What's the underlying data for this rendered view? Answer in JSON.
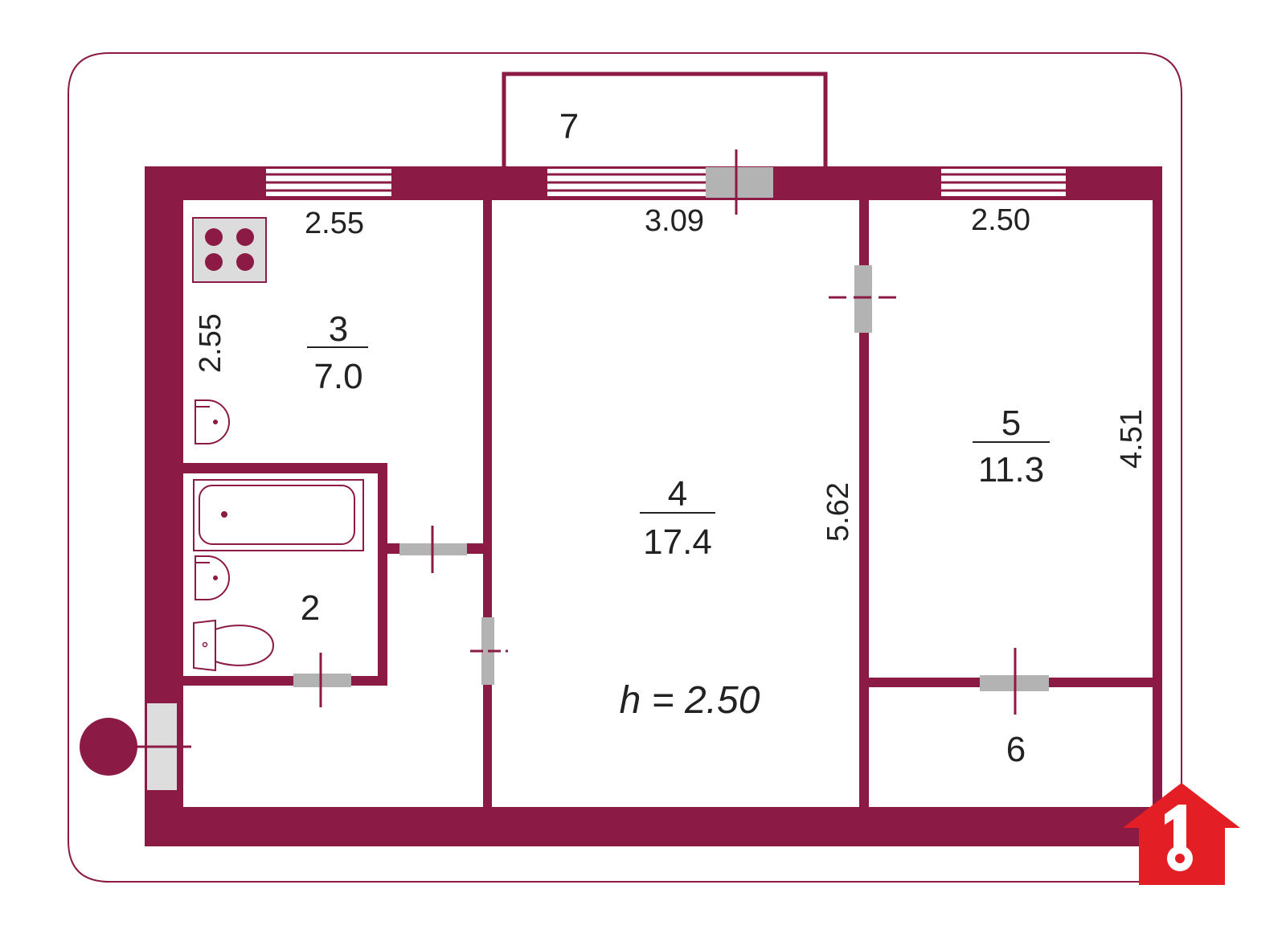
{
  "colors": {
    "wall": "#8b1a44",
    "door": "#b3b3b3",
    "outline": "#8b1a44",
    "text": "#222222",
    "logo": "#e31e24"
  },
  "rooms": [
    {
      "id": "2",
      "number": "2"
    },
    {
      "id": "3",
      "number": "3",
      "area": "7.0"
    },
    {
      "id": "4",
      "number": "4",
      "area": "17.4"
    },
    {
      "id": "5",
      "number": "5",
      "area": "11.3"
    },
    {
      "id": "6",
      "number": "6"
    },
    {
      "id": "7",
      "number": "7"
    }
  ],
  "dimensions": {
    "kitchen_width": "2.55",
    "kitchen_depth": "2.55",
    "living_width": "3.09",
    "living_depth": "5.62",
    "bedroom_width": "2.50",
    "bedroom_depth": "4.51"
  },
  "ceiling": {
    "prefix": "h",
    "rest": " = 2.50"
  },
  "icons": [
    "stove-icon",
    "sink-icon",
    "bathtub-icon",
    "toilet-icon",
    "entrance-marker-icon",
    "logo-icon"
  ]
}
